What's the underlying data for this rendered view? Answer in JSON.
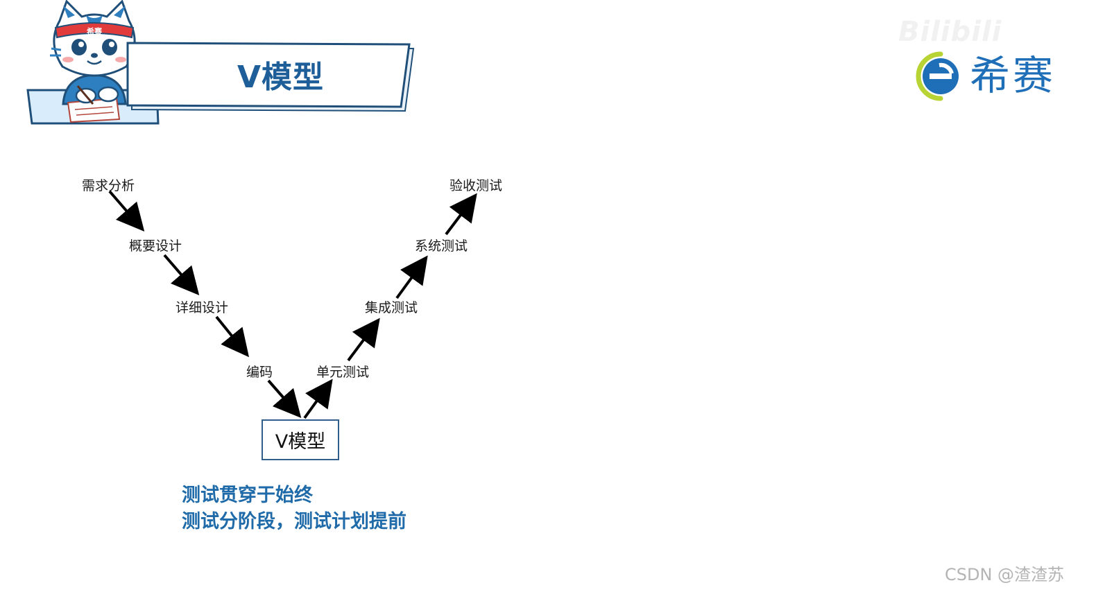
{
  "header": {
    "title": "V模型"
  },
  "brand": {
    "name": "希赛",
    "mascot_headband": "希赛",
    "watermark": "Bilibili"
  },
  "diagram": {
    "center_box": "V模型",
    "left_branch": [
      "需求分析",
      "概要设计",
      "详细设计",
      "编码"
    ],
    "right_branch": [
      "单元测试",
      "集成测试",
      "系统测试",
      "验收测试"
    ]
  },
  "notes": [
    "测试贯穿于始终",
    "测试分阶段，测试计划提前"
  ],
  "footer": {
    "credit": "CSDN @渣渣苏"
  },
  "colors": {
    "accent": "#1f6aa8",
    "title": "#1f5f99",
    "arrow": "#000000",
    "brand_green": "#b7d334"
  }
}
